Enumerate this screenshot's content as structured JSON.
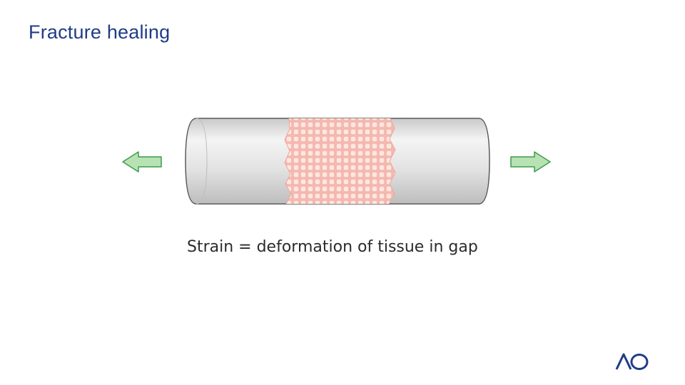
{
  "slide": {
    "title": "Fracture healing",
    "caption": "Strain = deformation of tissue in gap"
  },
  "diagram": {
    "left_arrow_icon": "arrow-left-icon",
    "right_arrow_icon": "arrow-right-icon",
    "bone_color": "#d9d9d9",
    "bone_outline": "#5a5a5a",
    "gap_tissue_color": "#f3b6ad",
    "gap_cell_color": "#fbe3df",
    "arrow_fill": "#b7e3b4",
    "arrow_stroke": "#3f9a4a"
  },
  "logo": {
    "name": "ao-logo",
    "text": "AO",
    "color": "#1f3c88"
  }
}
